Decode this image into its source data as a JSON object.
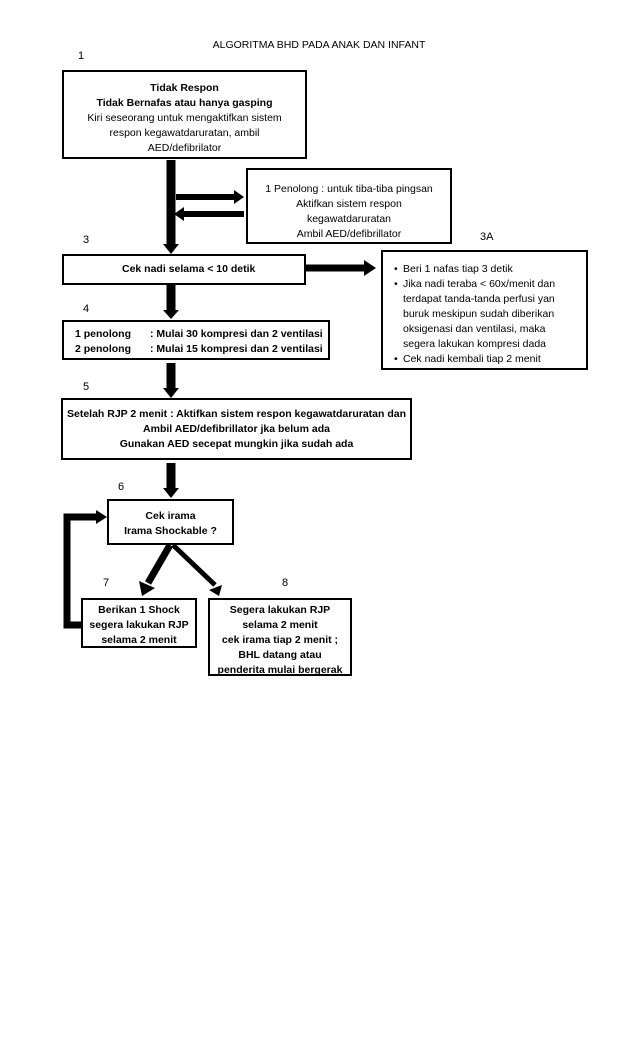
{
  "title": "ALGORITMA BHD PADA ANAK DAN INFANT",
  "steps": {
    "s1": {
      "num": "1",
      "line1": "Tidak Respon",
      "line2": "Tidak Bernafas atau hanya gasping",
      "line3": "Kiri seseorang untuk mengaktifkan sistem",
      "line4": "respon kegawatdaruratan, ambil",
      "line5": "AED/defibrilator"
    },
    "s2": {
      "line1": "1 Penolong : untuk tiba-tiba pingsan",
      "line2": "Aktifkan sistem respon",
      "line3": "kegawatdaruratan",
      "line4": "Ambil AED/defibrillator"
    },
    "s3": {
      "num": "3",
      "text": "Cek nadi selama < 10 detik"
    },
    "s3a": {
      "num": "3A",
      "bullets": [
        "Beri 1 nafas tiap 3 detik",
        "Jika nadi teraba < 60x/menit dan terdapat tanda-tanda perfusi yan buruk meskipun sudah diberikan oksigenasi dan ventilasi, maka segera lakukan kompresi dada",
        "Cek nadi kembali tiap 2 menit"
      ]
    },
    "s4": {
      "num": "4",
      "r1a": "1 penolong",
      "r1b": ": Mulai 30 kompresi dan 2 ventilasi",
      "r2a": "2 penolong",
      "r2b": ": Mulai 15 kompresi dan 2 ventilasi"
    },
    "s5": {
      "num": "5",
      "line1": "Setelah RJP 2 menit : Aktifkan sistem respon kegawatdaruratan dan",
      "line2": "Ambil AED/defibrillator jka belum ada",
      "line3": "Gunakan AED secepat mungkin jika sudah ada"
    },
    "s6": {
      "num": "6",
      "line1": "Cek irama",
      "line2": "Irama Shockable ?"
    },
    "s7": {
      "num": "7",
      "line1": "Berikan 1 Shock",
      "line2": "segera lakukan RJP",
      "line3": "selama 2 menit"
    },
    "s8": {
      "num": "8",
      "line1": "Segera lakukan RJP",
      "line2": "selama 2 menit",
      "line3": "cek irama tiap 2 menit ;",
      "line4": "BHL datang atau",
      "line5": "penderita mulai bergerak"
    }
  }
}
